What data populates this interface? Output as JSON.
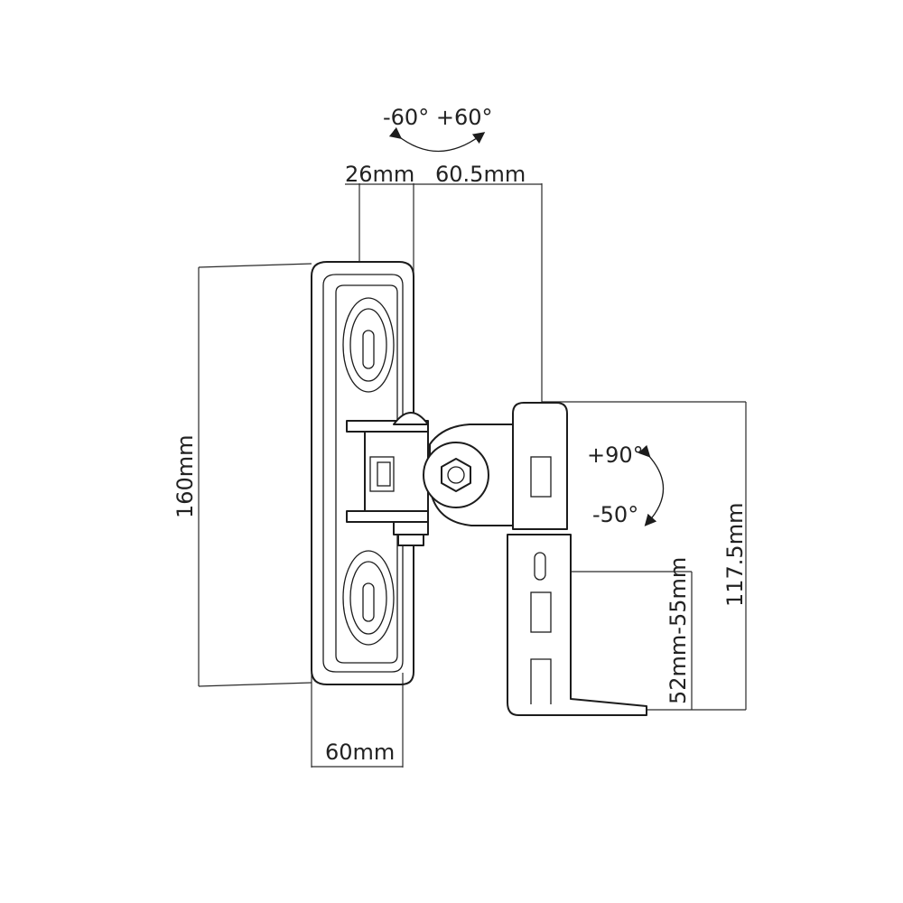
{
  "labels": {
    "swivel_range": "-60° +60°",
    "depth_plate": "26mm",
    "depth_arm": "60.5mm",
    "plate_height": "160mm",
    "plate_width": "60mm",
    "tilt_up": "+90°",
    "tilt_down": "-50°",
    "slot_range": "52mm-55mm",
    "total_height": "117.5mm"
  }
}
